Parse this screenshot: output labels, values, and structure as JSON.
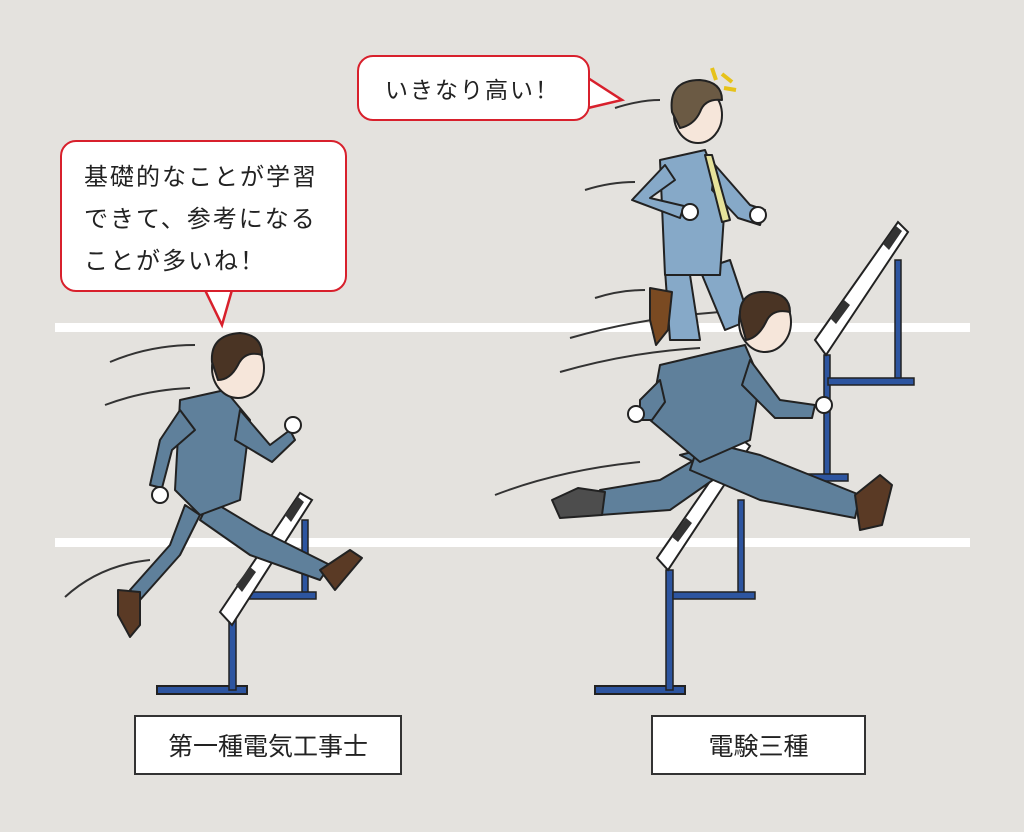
{
  "bubbles": {
    "left": {
      "lines": [
        "基礎的なことが学習",
        "できて、参考になる",
        "ことが多いね！"
      ]
    },
    "top": {
      "text": "いきなり高い！"
    }
  },
  "labels": {
    "left": "第一種電気工事士",
    "right": "電験三種"
  },
  "colors": {
    "background": "#e4e2de",
    "bubble_border": "#d8202c",
    "suit": "#5f809b",
    "hurdle": "#2d55a0"
  }
}
